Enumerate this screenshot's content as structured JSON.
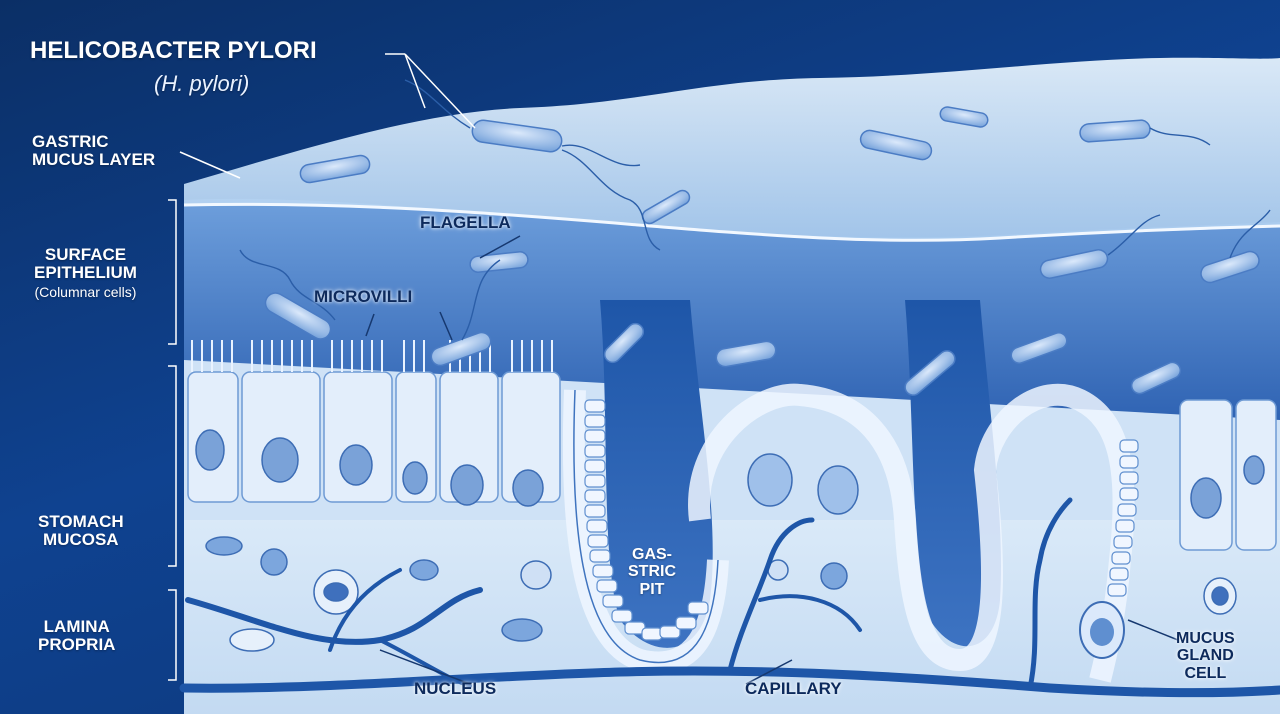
{
  "diagram": {
    "title": "HELICOBACTER PYLORI",
    "subtitle": "(H. pylori)",
    "labels": {
      "mucus_layer": [
        "GASTRIC",
        "MUCUS LAYER"
      ],
      "surface_epithelium": [
        "SURFACE",
        "EPITHELIUM"
      ],
      "surface_epithelium_note": "(Columnar cells)",
      "flagella": "FLAGELLA",
      "microvilli": "MICROVILLI",
      "stomach_mucosa": [
        "STOMACH",
        "MUCOSA"
      ],
      "lamina_propria": [
        "LAMINA",
        "PROPRIA"
      ],
      "gastric_pit": [
        "GAS-",
        "STRIC",
        "PIT"
      ],
      "nucleus": "NUCLEUS",
      "capillary": "CAPILLARY",
      "mucus_gland_cell": [
        "MUCUS",
        "GLAND",
        "CELL"
      ]
    }
  },
  "colors": {
    "background": "#0d3a7a",
    "mucus": "#bcd8f2",
    "tissue": "#dbe9f7",
    "vessel": "#1e56a8",
    "bacteria": "#8fb6e6",
    "label_text": "#ffffff"
  }
}
